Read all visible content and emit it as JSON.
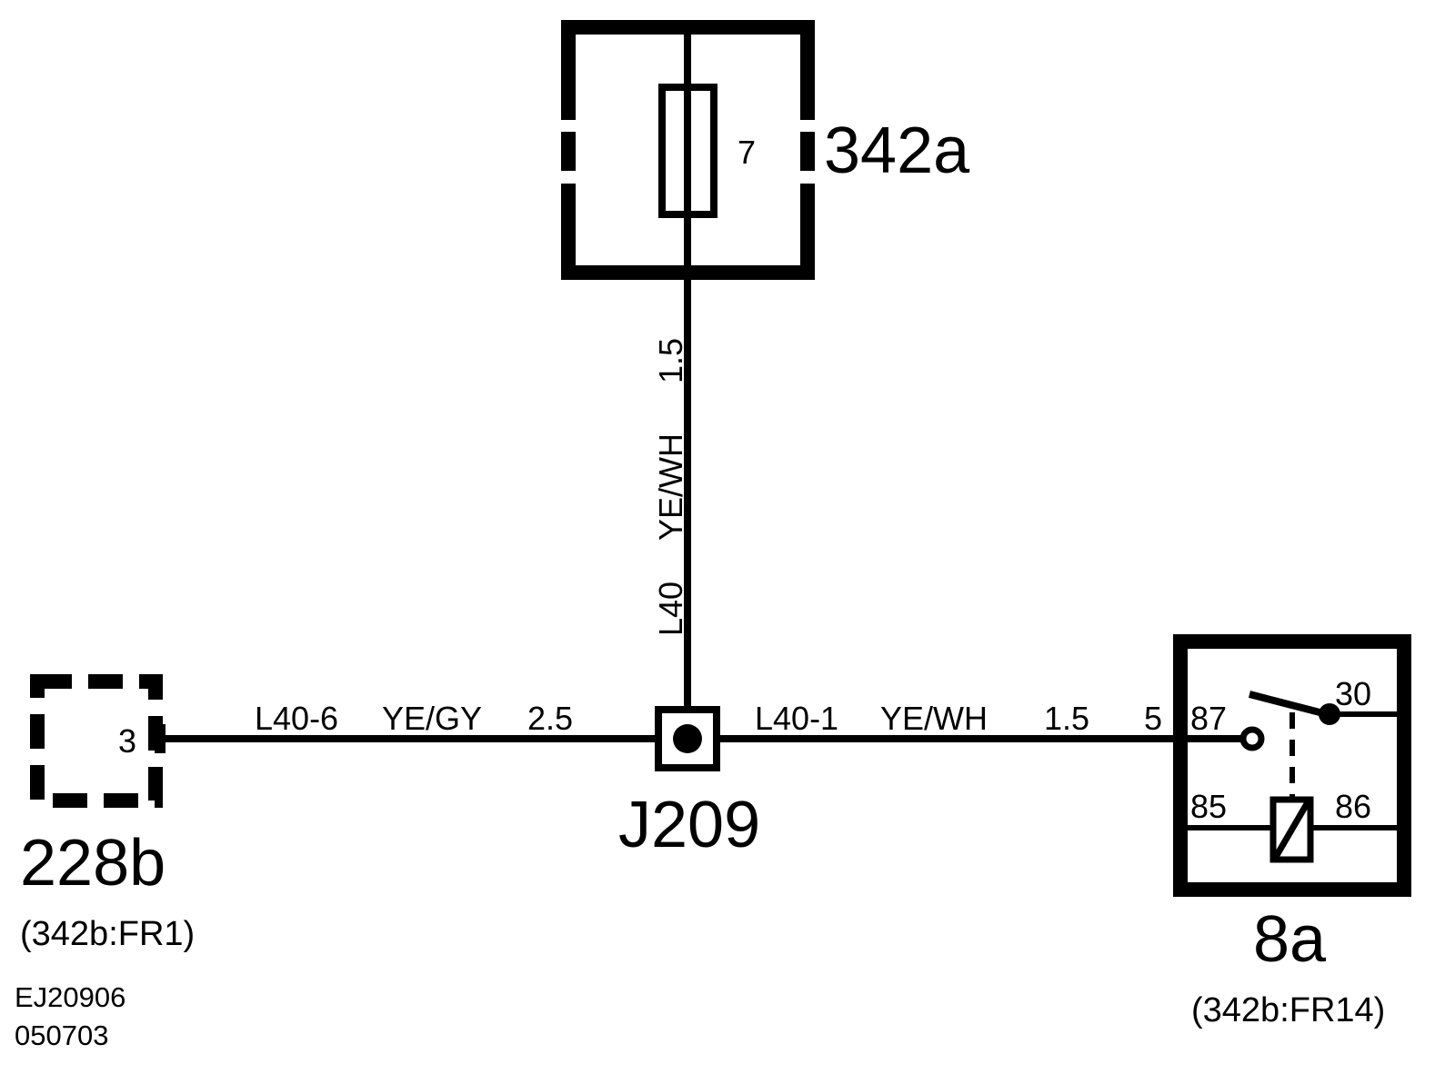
{
  "components": {
    "fuse_box": {
      "id": "342a",
      "fuse_number": "7"
    },
    "connector_left": {
      "id": "228b",
      "pin": "3",
      "ref": "(342b:FR1)"
    },
    "splice": {
      "id": "J209"
    },
    "relay": {
      "id": "8a",
      "ref": "(342b:FR14)",
      "connector_pin": "5",
      "pins": {
        "p87": "87",
        "p30": "30",
        "p85": "85",
        "p86": "86"
      }
    }
  },
  "wires": {
    "vertical": {
      "circuit": "L40",
      "color": "YE/WH",
      "size": "1.5"
    },
    "left": {
      "circuit": "L40-6",
      "color": "YE/GY",
      "size": "2.5"
    },
    "right": {
      "circuit": "L40-1",
      "color": "YE/WH",
      "size": "1.5"
    }
  },
  "footer": {
    "code": "EJ20906",
    "date": "050703"
  }
}
